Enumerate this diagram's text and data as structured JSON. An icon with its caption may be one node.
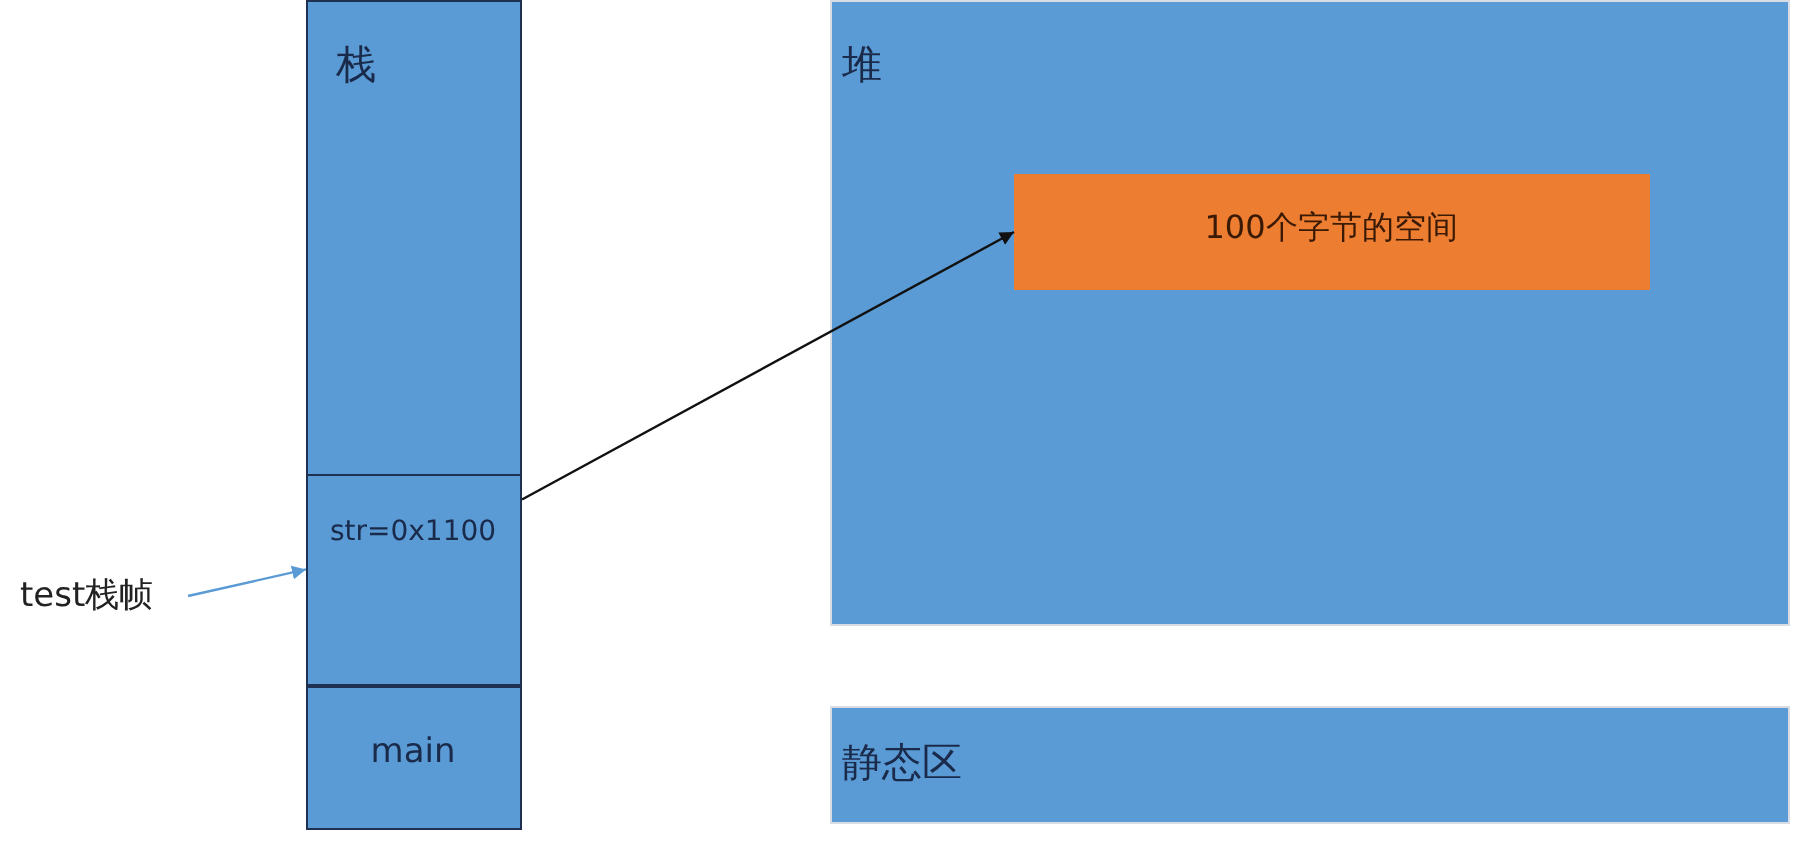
{
  "diagram": {
    "nodes": [
      {
        "text": [
          "栈"
        ]
      },
      {
        "text": [
          "str=0x1100"
        ],
        "in": 0
      },
      {
        "text": [
          "main"
        ],
        "in": 0
      },
      {
        "text": [
          "test栈帧"
        ]
      },
      {
        "text": [
          "堆"
        ]
      },
      {
        "text": [
          "100个字节的空间"
        ],
        "in": 4
      },
      {
        "text": [
          "静态区"
        ]
      }
    ],
    "edges": [
      {
        "from": 3,
        "to": 1,
        "arrow": "to",
        "color": "#5b9bd5"
      },
      {
        "from": 1,
        "to": 5,
        "arrow": "to",
        "color": "#111111"
      }
    ]
  }
}
